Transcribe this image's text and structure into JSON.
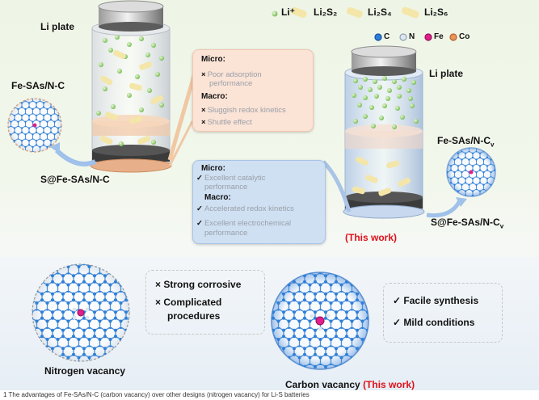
{
  "legend": {
    "li_plus": "Li⁺",
    "li2s2": "Li₂S₂",
    "li2s4": "Li₂S₄",
    "li2s6": "Li₂S₆",
    "c": "C",
    "n": "N",
    "fe": "Fe",
    "co": "Co"
  },
  "left_cell": {
    "plate_label": "Li plate",
    "catalyst_label": "Fe-SAs/N-C",
    "cathode_label": "S@Fe-SAs/N-C"
  },
  "right_cell": {
    "plate_label": "Li plate",
    "catalyst_label_main": "Fe-SAs/N-C",
    "catalyst_label_sub": "v",
    "cathode_label_main": "S@Fe-SAs/N-C",
    "cathode_label_sub": "v",
    "this_work": "(This work)"
  },
  "peach_box": {
    "micro_head": "Micro:",
    "micro_item_1": "Poor adsorption",
    "micro_item_2": "performance",
    "macro_head": "Macro:",
    "macro_item_1": "Sluggish redox kinetics",
    "macro_item_2": "Shuttle effect",
    "mark": "×"
  },
  "blue_box": {
    "micro_head": "Micro:",
    "micro_item_1": "Excellent catalytic",
    "micro_item_2": "performance",
    "macro_head": "Macro:",
    "macro_item_1": "Accelerated redox kinetics",
    "macro_item_2": "Excellent  electrochemical",
    "macro_item_3": "performance",
    "mark": "✓"
  },
  "bottom_left": {
    "item_1": "Strong corrosive",
    "item_2a": "Complicated",
    "item_2b": "procedures",
    "mark": "×",
    "caption": "Nitrogen vacancy"
  },
  "bottom_right": {
    "item_1": "Facile synthesis",
    "item_2": "Mild conditions",
    "mark": "✓",
    "caption": "Carbon vacancy",
    "this_work": "(This work)"
  },
  "figure_caption": "1 The advantages of Fe-SAs/N-C  (carbon vacancy) over other designs (nitrogen vacancy) for Li-S batteries",
  "colors": {
    "red": "#e0101a",
    "green_ball": "#8fcf6a",
    "polysulfide": "#f3e6a8",
    "fe_atom": "#e0208a",
    "c_atom": "#2f7fd8",
    "copper": "#e8b08a"
  }
}
